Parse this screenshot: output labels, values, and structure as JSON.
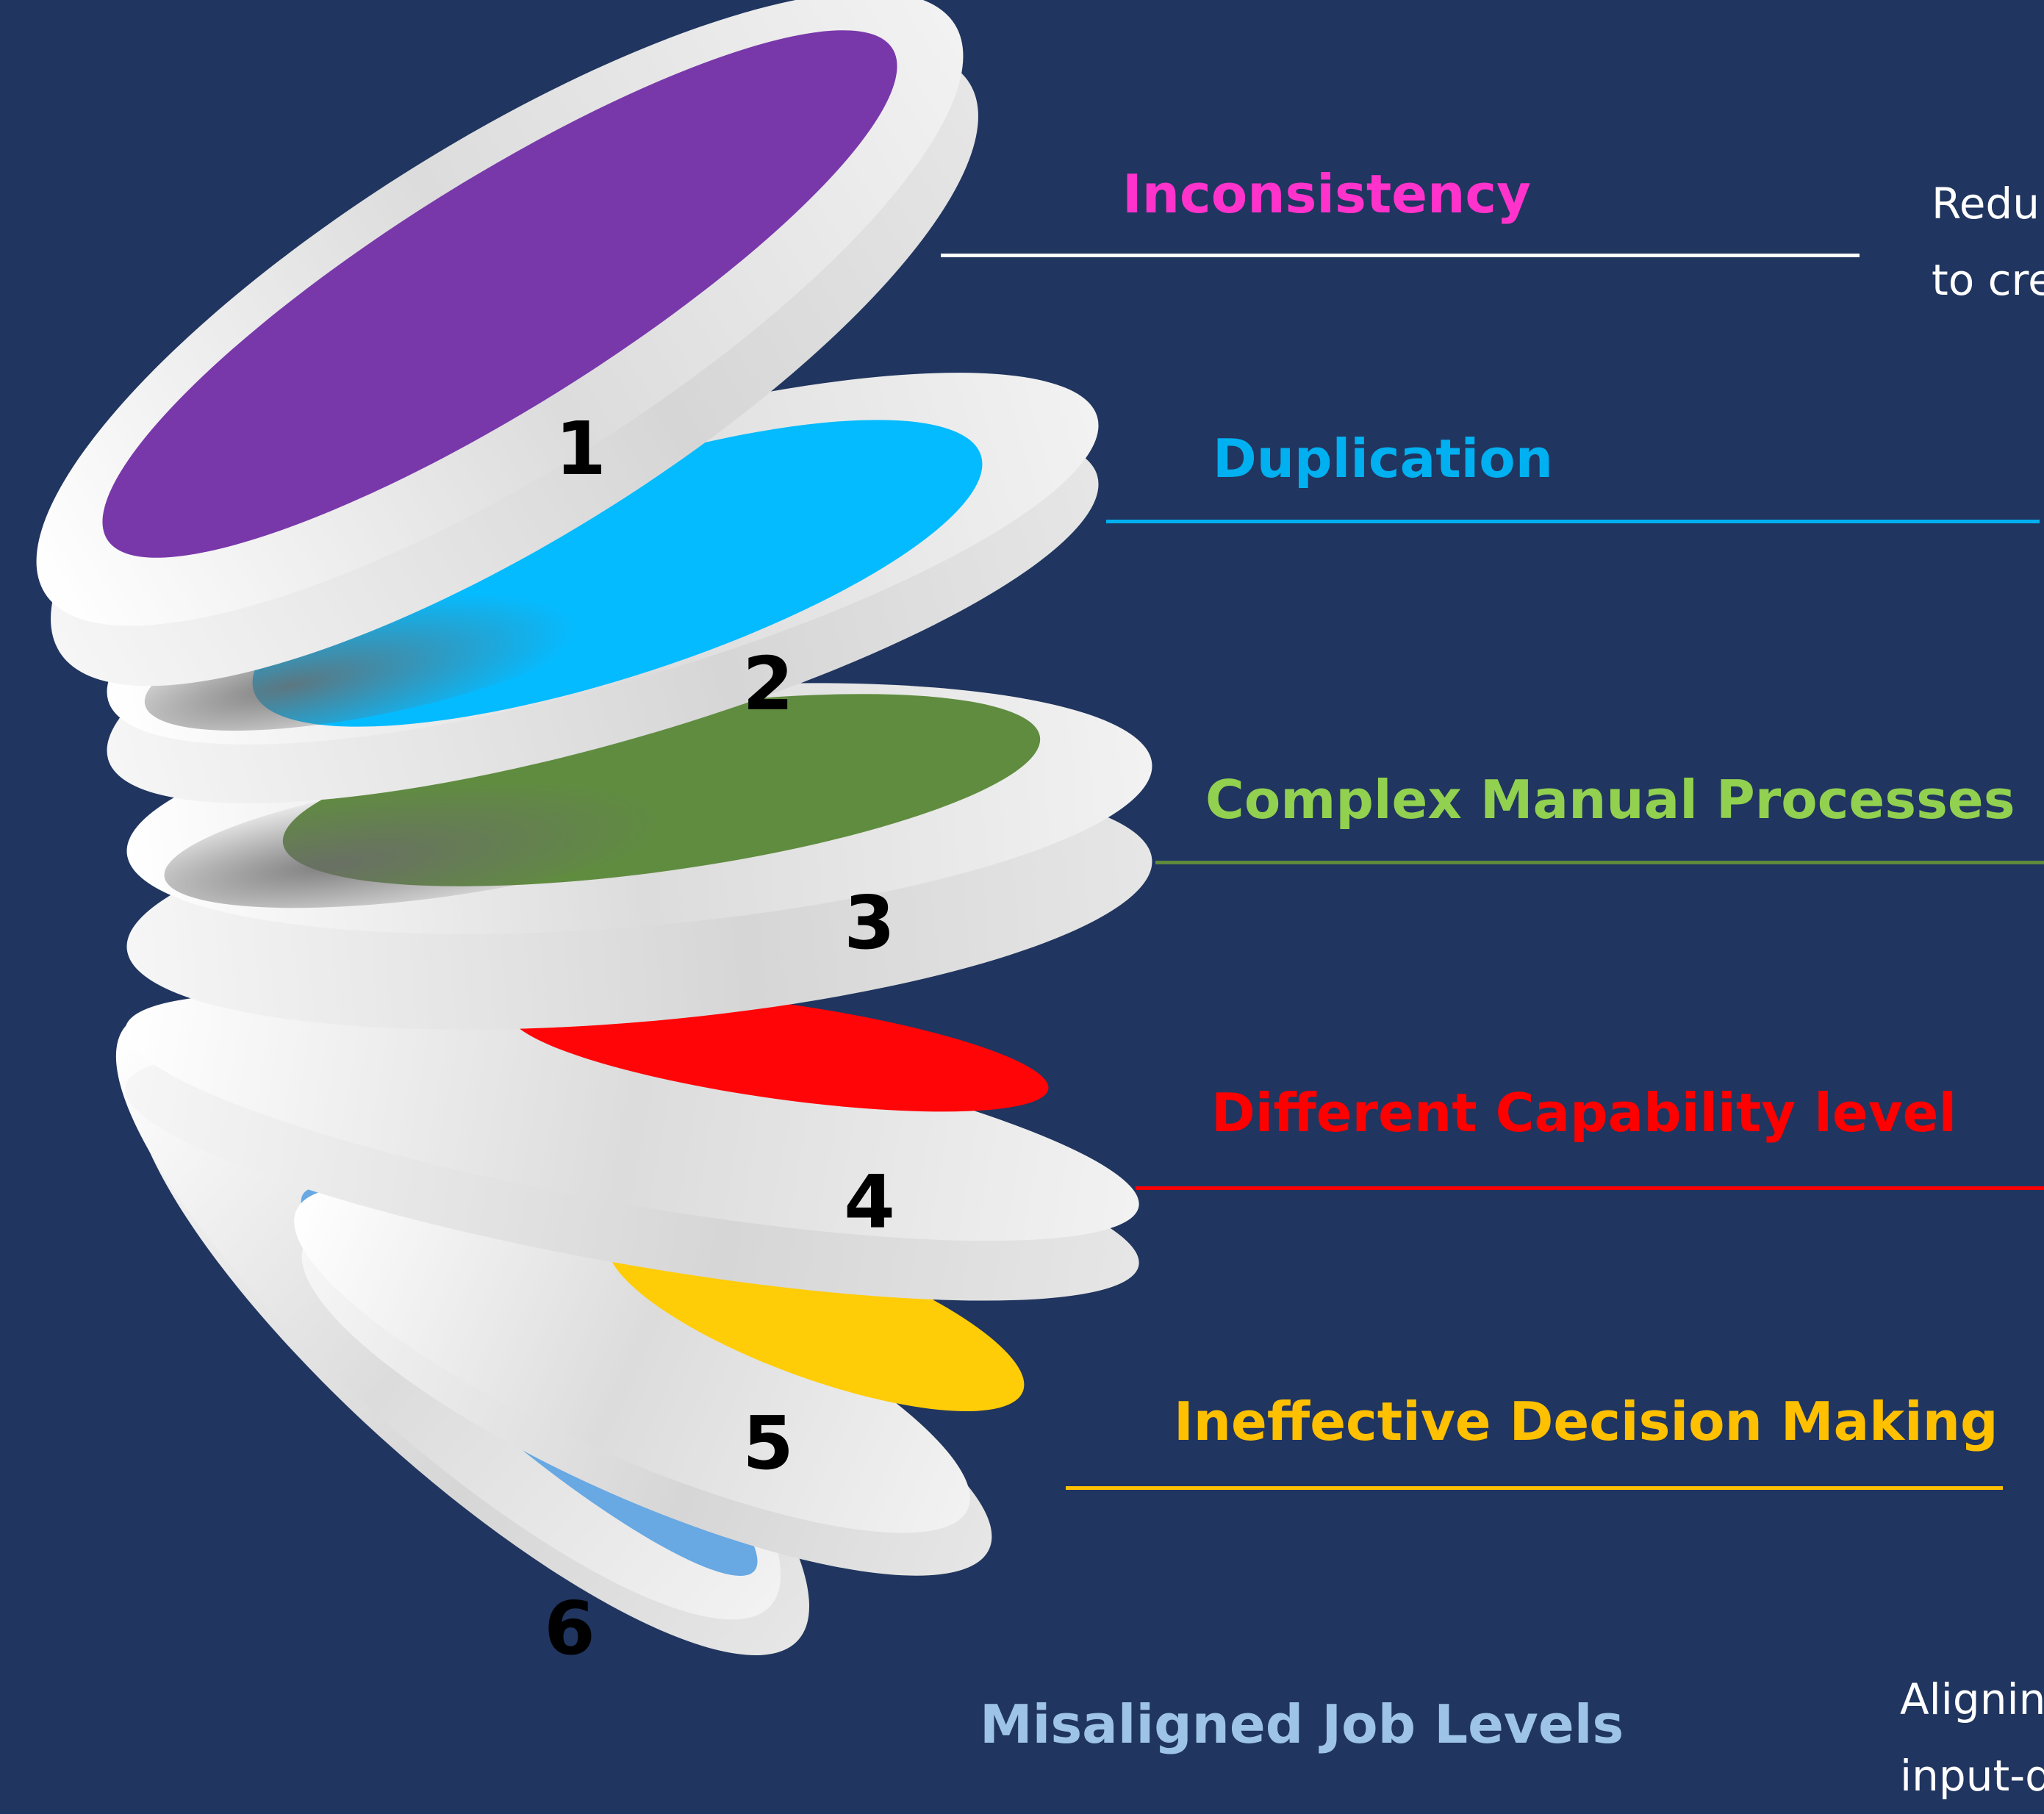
{
  "layers": [
    {
      "number": "1",
      "label": "Inconsistency",
      "color": "#ff33cc",
      "disc_color": "#7838aa"
    },
    {
      "number": "2",
      "label": "Duplication",
      "color": "#00b0f0",
      "disc_color": "#05bbff"
    },
    {
      "number": "3",
      "label": "Complex Manual Processes",
      "color": "#92d050",
      "disc_color": "#608c40"
    },
    {
      "number": "4",
      "label": "Different Capability level",
      "color": "#ff0000",
      "disc_color": "#ff0508"
    },
    {
      "number": "5",
      "label": "Ineffective Decision Making",
      "color": "#ffc000",
      "disc_color": "#ffcc08"
    },
    {
      "number": "6",
      "label": "Misaligned Job Levels",
      "color": "#9dc3e6",
      "disc_color": "#68a8e3"
    }
  ],
  "rule_colors": [
    "#ffffff",
    "#00b0f0",
    "#5f8a3c",
    "#ff0000",
    "#ffc000"
  ],
  "descriptions": {
    "top": [
      "Redu",
      "to cre"
    ],
    "bottom": [
      "Alignin",
      "input-d"
    ]
  }
}
